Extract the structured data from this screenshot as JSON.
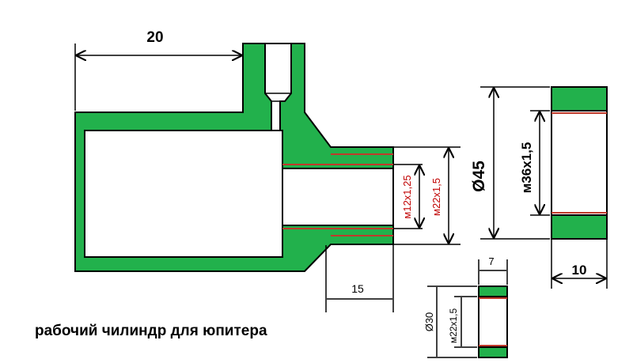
{
  "caption": "рабочий чилиндр для юпитера",
  "colors": {
    "body_fill": "#22b14c",
    "thread_line": "#c0392b",
    "outline": "#000000",
    "hole_fill": "#ffffff",
    "thread_label": "#c00000"
  },
  "dimensions": {
    "main_width": "20",
    "outlet_length": "15",
    "inner_thread": "м12х1,25",
    "outer_thread": "м22х1,5",
    "nut_diameter": "Ø45",
    "nut_thread": "м36х1,5",
    "nut_width": "10",
    "small_width": "7",
    "small_diameter": "Ø30",
    "small_thread": "м22х1,5"
  }
}
